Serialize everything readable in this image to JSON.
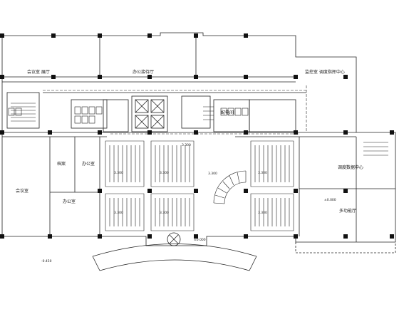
{
  "labels": {
    "meeting_room_small": "会议室 展厅",
    "office_lobby": "办公接待厅",
    "dispatch_center": "监控室 调度指挥中心",
    "equipment_room": "配电间",
    "meeting_room": "会议室",
    "archives": "档案",
    "office_1": "办公室",
    "office_2": "办公室",
    "data_center": "调度数据中心",
    "conference_hall": "多功能厅",
    "elev_a": "3.300",
    "elev_b": "3.300",
    "elev_c": "3.300",
    "elev_d": "3.300",
    "elev_e": "3.300",
    "elev_f": "3.300",
    "elev_g": "3.300",
    "elev_h": "3.300",
    "level_front": "-0.450",
    "level_side": "±0.000",
    "level_mid": "±0.000"
  }
}
